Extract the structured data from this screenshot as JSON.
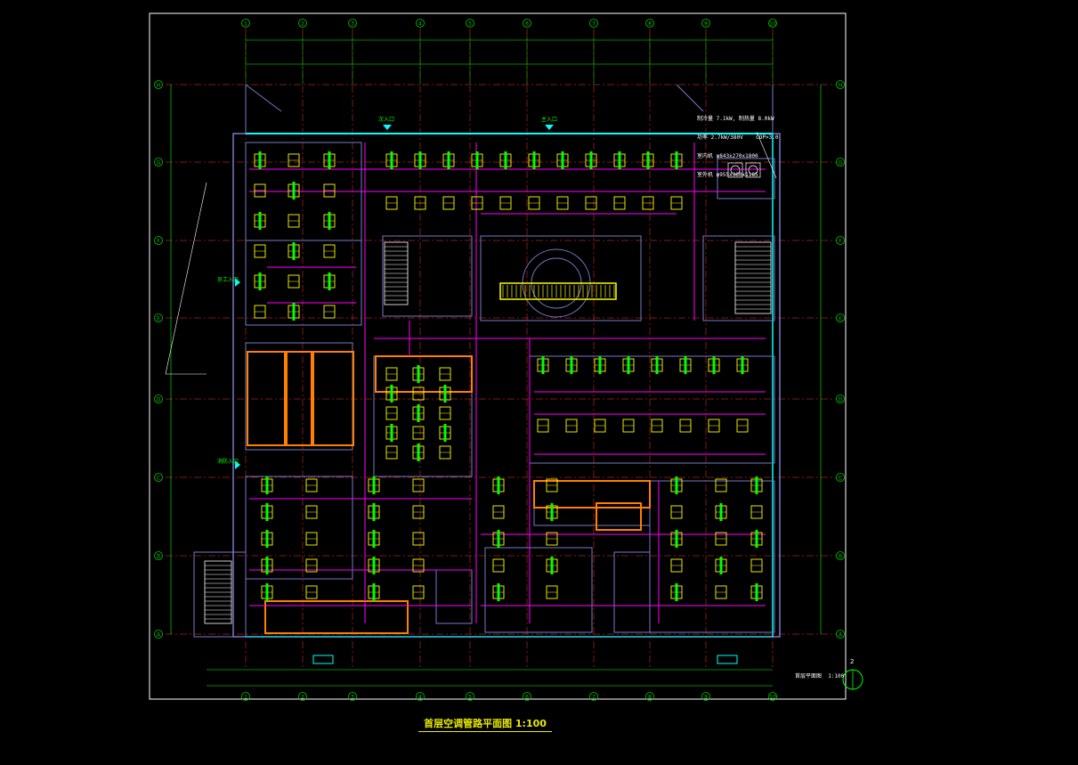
{
  "drawing": {
    "title": "首层空调管路平面图 1:100",
    "spec_lines": [
      "制冷量 7.1kW, 制热量 8.0kW",
      "功率 2.7kW/380V    COP>3.0",
      "室内机 φ843x270x1800",
      "室外机 φ955x360x1185"
    ],
    "scale_note": "首层平面图  1:100",
    "detail_marker": "2",
    "room_labels": [
      "主入口",
      "次入口",
      "员工入口",
      "消防入口"
    ]
  },
  "axes": {
    "columns": [
      "1",
      "2",
      "3",
      "4",
      "5",
      "6",
      "7",
      "8",
      "9",
      "10"
    ],
    "rows": [
      "H",
      "G",
      "F",
      "E",
      "D",
      "C",
      "B",
      "A"
    ]
  },
  "colors": {
    "background": "#000000",
    "grid_axis": "#00c800",
    "wall": "#7878c8",
    "pipe": "#ff00ff",
    "unit": "#ffff00",
    "duct": "#ff8000",
    "boundary": "#00ffff",
    "dimension": "#00ff00",
    "centerline": "#ff3030"
  }
}
